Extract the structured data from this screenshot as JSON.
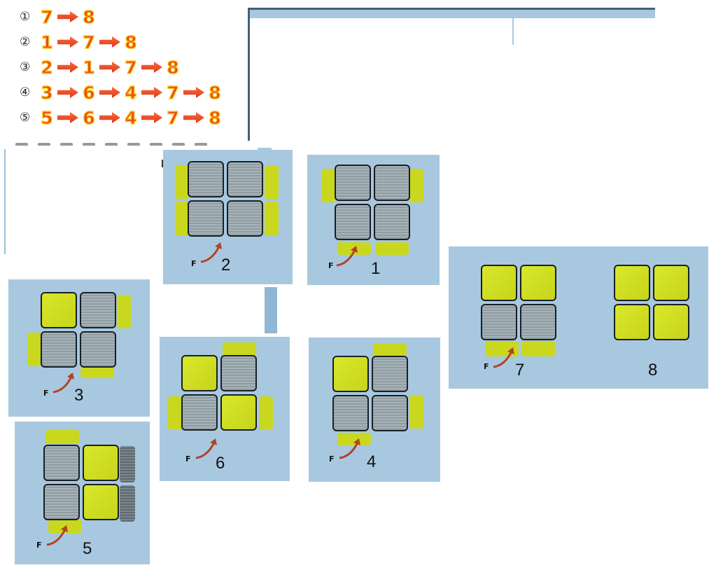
{
  "sequences": [
    {
      "marker": "①",
      "steps": [
        "7",
        "8"
      ]
    },
    {
      "marker": "②",
      "steps": [
        "1",
        "7",
        "8"
      ]
    },
    {
      "marker": "③",
      "steps": [
        "2",
        "1",
        "7",
        "8"
      ]
    },
    {
      "marker": "④",
      "steps": [
        "3",
        "6",
        "4",
        "7",
        "8"
      ]
    },
    {
      "marker": "⑤",
      "steps": [
        "5",
        "6",
        "4",
        "7",
        "8"
      ]
    }
  ],
  "panels": {
    "p2": {
      "label": "2",
      "face_label": "F"
    },
    "p1": {
      "label": "1",
      "face_label": "F"
    },
    "p3": {
      "label": "3",
      "face_label": "F"
    },
    "p6": {
      "label": "6",
      "face_label": "F"
    },
    "p4": {
      "label": "4",
      "face_label": "F"
    },
    "p5": {
      "label": "5",
      "face_label": "F"
    },
    "p7": {
      "label": "7",
      "face_label": "F"
    },
    "p8": {
      "label": "8"
    }
  },
  "colors": {
    "panel_bg": "#a8c8e0",
    "sticker_yellow": "#d3e426",
    "sticker_grey": "#9aa8ae",
    "step_number": "#f04a12",
    "arrow_red": "#b24326"
  }
}
